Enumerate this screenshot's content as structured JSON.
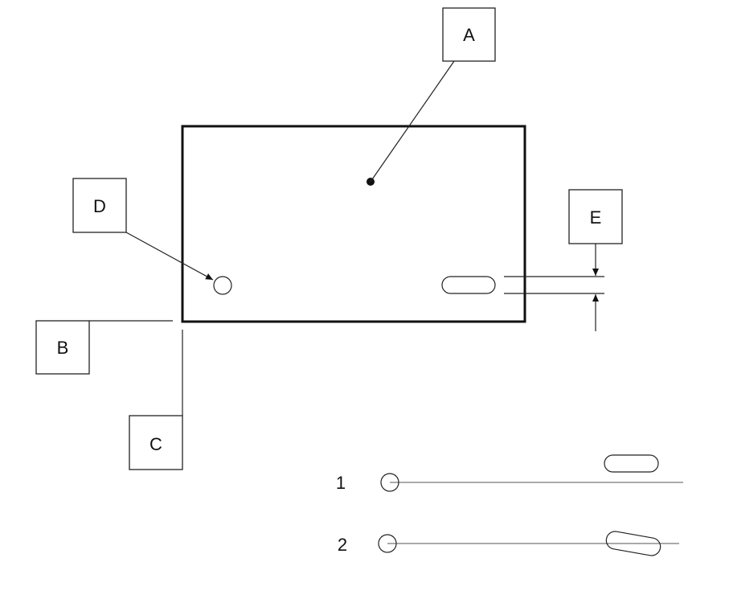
{
  "labels": {
    "a": "A",
    "b": "B",
    "c": "C",
    "d": "D",
    "e": "E"
  },
  "rows": [
    {
      "number": "1"
    },
    {
      "number": "2"
    }
  ]
}
